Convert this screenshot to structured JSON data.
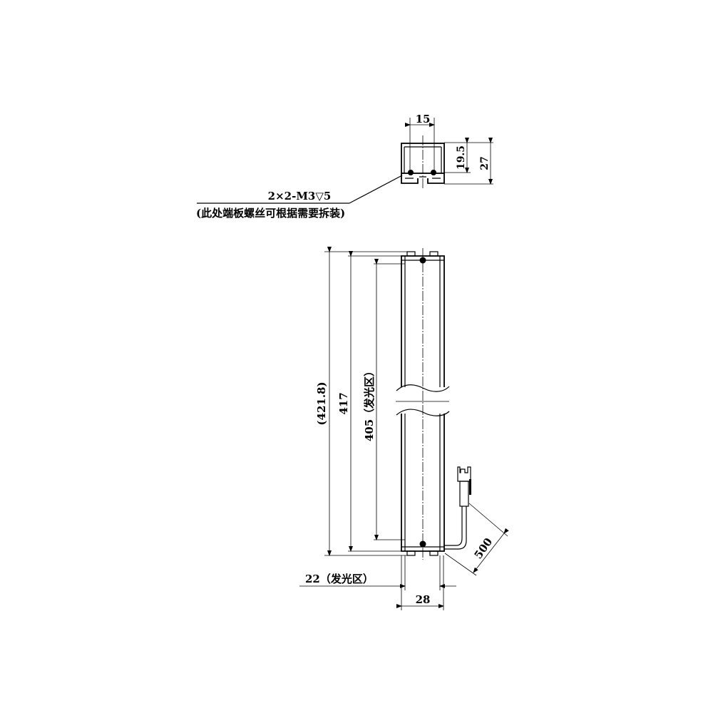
{
  "top_view": {
    "width_dim": "15",
    "height_inner_dim": "19.5",
    "height_total_dim": "27",
    "screw_note": "2×2-M3▽5",
    "screw_note_detail": "(此处端板螺丝可根据需要拆装)"
  },
  "front_view": {
    "overall_length_dim": "(421.8)",
    "body_length_dim": "417",
    "emitting_length_dim": "405（发光区）",
    "emitting_width_dim": "22（发光区）",
    "body_width_dim": "28",
    "cable_length_dim": "500"
  }
}
